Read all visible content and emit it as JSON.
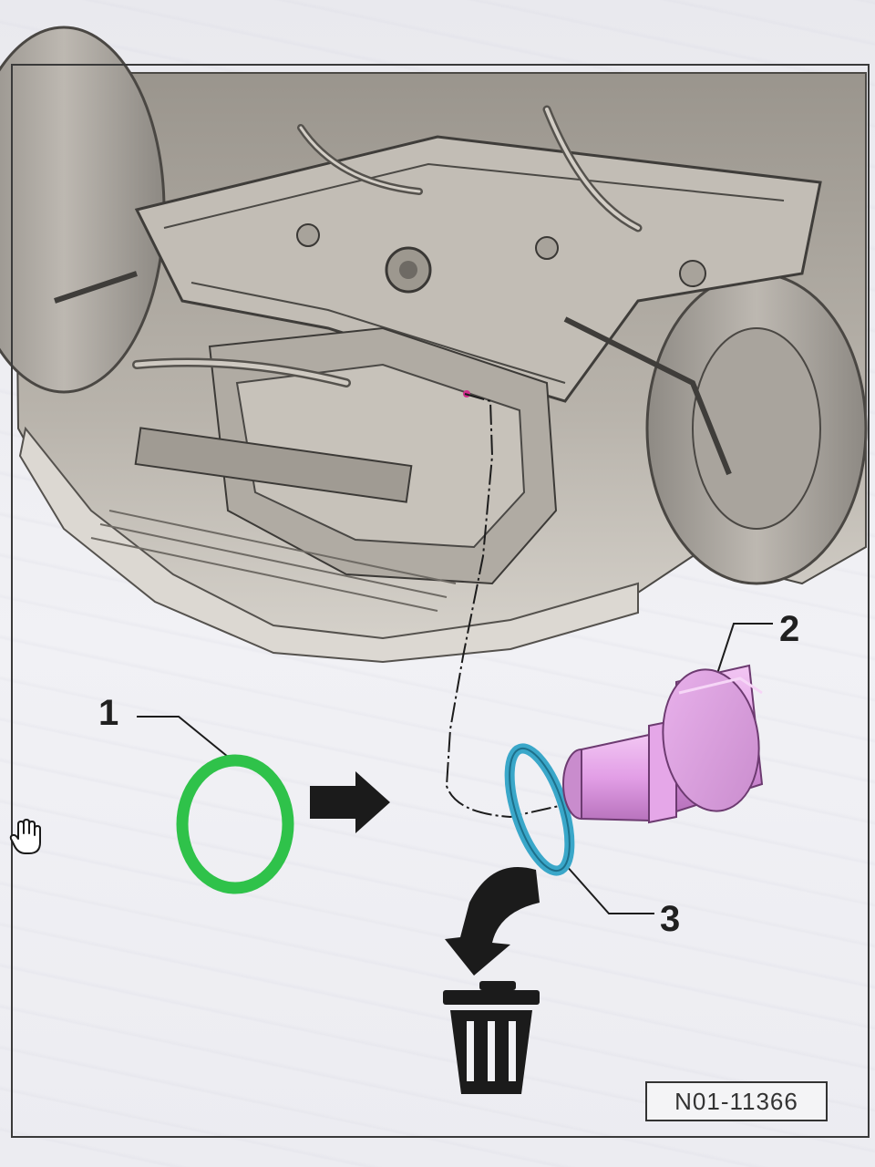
{
  "callouts": {
    "item_1": "1",
    "item_2": "2",
    "item_3": "3"
  },
  "figure_id": "N01-11366",
  "colors": {
    "new_seal_ring": "#2fc24a",
    "old_o_ring": "#3aa7c9",
    "drain_plug": "#e6a8e8",
    "frame": "#3a3a3a"
  },
  "icons": {
    "direction_arrow": "right-arrow-icon",
    "discard_arrow": "curved-arrow-icon",
    "discard_bin": "trash-bin-icon",
    "pointer": "hand-cursor-icon"
  }
}
